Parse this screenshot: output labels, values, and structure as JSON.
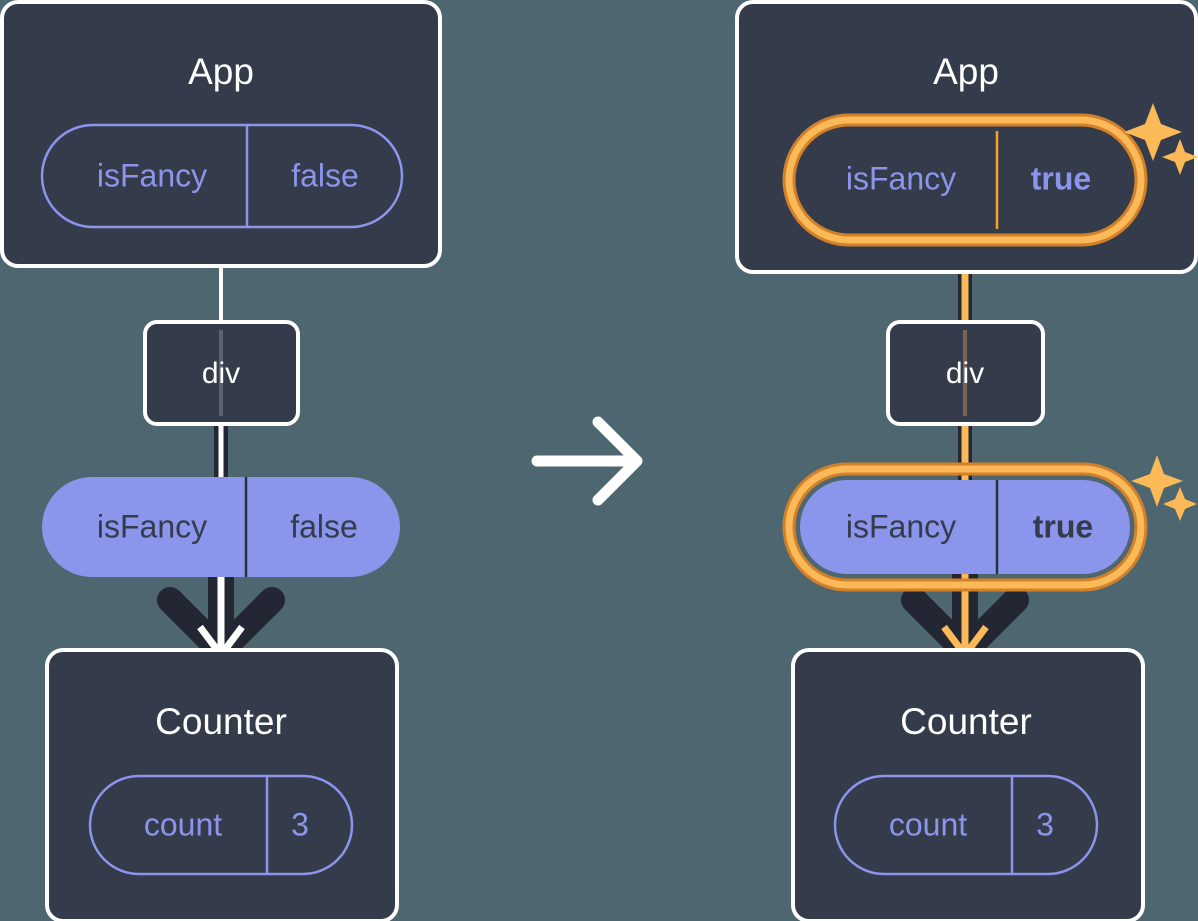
{
  "meta": {
    "title": "React state update diagram: isFancy false to true",
    "background_color": "#4d666f"
  },
  "colors": {
    "panel": "#343b4a",
    "panel_border": "#ffffff",
    "purple": "#8b95ec",
    "purple_text_on_solid": "#343b4a",
    "highlight_outer": "#d2812a",
    "highlight_inner": "#fbb957",
    "edge_dark": "#232734",
    "edge_light": "#ffffff",
    "sparkle": "#fbb957"
  },
  "transition": {
    "icon": "arrow-right-icon",
    "label": "→"
  },
  "panels": [
    {
      "id": "before",
      "app": {
        "title": "App",
        "state_pill": {
          "key": "isFancy",
          "value": "false",
          "style": "outline",
          "highlighted": false,
          "value_bold": false
        }
      },
      "div": {
        "label": "div"
      },
      "props_pill": {
        "key": "isFancy",
        "value": "false",
        "style": "solid",
        "highlighted": false,
        "value_bold": false
      },
      "counter": {
        "title": "Counter",
        "state_pill": {
          "key": "count",
          "value": "3",
          "style": "outline",
          "highlighted": false,
          "value_bold": false
        }
      },
      "edges": {
        "app_to_div": "light",
        "div_to_props": "dark-white",
        "props_to_counter": "arrow-dark-white"
      },
      "sparkles": false
    },
    {
      "id": "after",
      "app": {
        "title": "App",
        "state_pill": {
          "key": "isFancy",
          "value": "true",
          "style": "outline",
          "highlighted": true,
          "value_bold": true
        }
      },
      "div": {
        "label": "div"
      },
      "props_pill": {
        "key": "isFancy",
        "value": "true",
        "style": "solid",
        "highlighted": true,
        "value_bold": true
      },
      "counter": {
        "title": "Counter",
        "state_pill": {
          "key": "count",
          "value": "3",
          "style": "outline",
          "highlighted": false,
          "value_bold": false
        }
      },
      "edges": {
        "app_to_div": "dark-amber",
        "div_to_props": "dark-amber",
        "props_to_counter": "arrow-dark-amber"
      },
      "sparkles": true
    }
  ]
}
